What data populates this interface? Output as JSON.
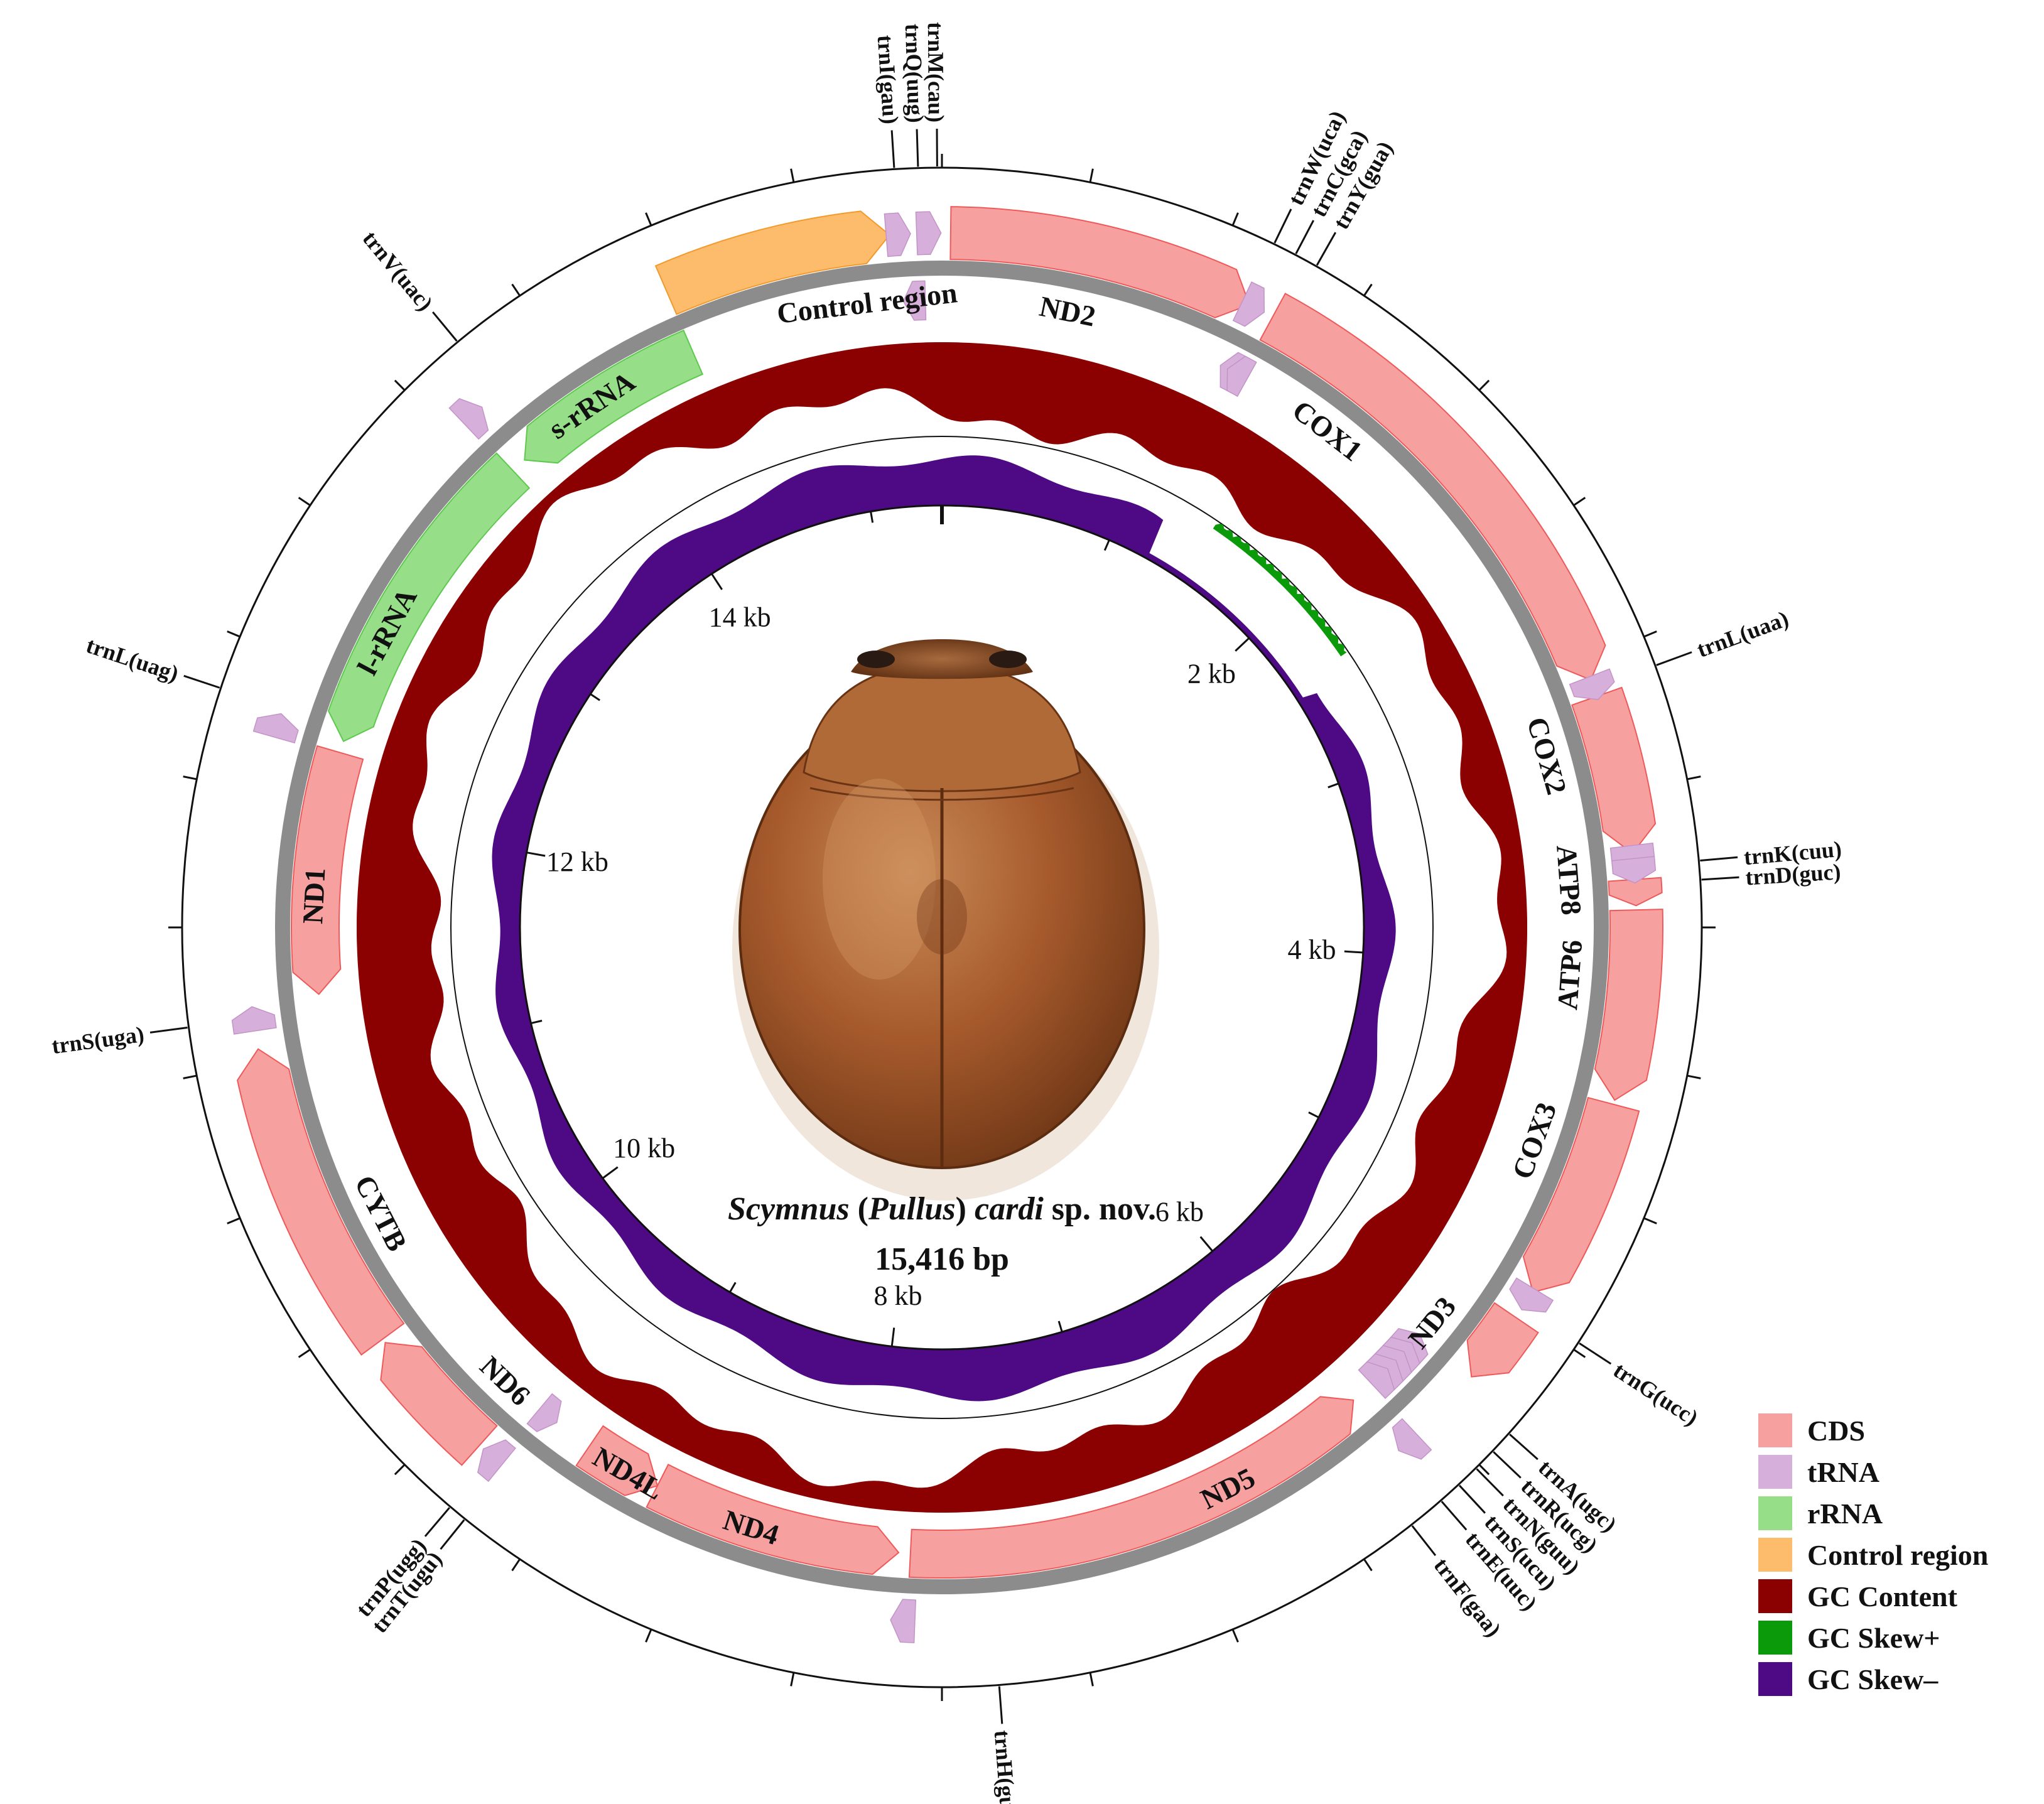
{
  "title": {
    "species_genus": "Scymnus",
    "species_open": " (",
    "species_subgenus": "Pullus",
    "species_close": ") ",
    "species_epithet": "cardi",
    "species_suffix": " sp. nov.",
    "length": "15,416 bp"
  },
  "colors": {
    "cds": "#f7a0a0",
    "cds_edge": "#ee5a5a",
    "trna": "#d6b0da",
    "rrna": "#96df88",
    "rrna_edge": "#5fc84f",
    "control": "#fcbc6c",
    "control_edge": "#f29a2e",
    "gc_content": "#8b0000",
    "gc_skew_pos": "#0a9a0a",
    "gc_skew_neg": "#4e0a85",
    "backbone": "#8c8c8c"
  },
  "kb_labels": [
    {
      "kb": 2,
      "text": "2 kb"
    },
    {
      "kb": 4,
      "text": "4 kb"
    },
    {
      "kb": 6,
      "text": "6 kb"
    },
    {
      "kb": 8,
      "text": "8 kb"
    },
    {
      "kb": 10,
      "text": "10 kb"
    },
    {
      "kb": 12,
      "text": "12 kb"
    },
    {
      "kb": 14,
      "text": "14 kb"
    }
  ],
  "features": [
    {
      "name": "ND2",
      "type": "cds",
      "strand": 1,
      "start": 0.002,
      "end": 0.073,
      "label": "ND2",
      "label_pos": 0.032
    },
    {
      "name": "COX1",
      "type": "cds",
      "strand": 1,
      "start": 0.079,
      "end": 0.192,
      "label": "COX1",
      "label_pos": 0.105
    },
    {
      "name": "COX2",
      "type": "cds",
      "strand": 1,
      "start": 0.196,
      "end": 0.233,
      "label": "COX2",
      "label_pos": 0.206
    },
    {
      "name": "ATP8",
      "type": "cds",
      "strand": 1,
      "start": 0.239,
      "end": 0.245,
      "label": "ATP8",
      "label_pos": 0.238
    },
    {
      "name": "ATP6",
      "type": "cds",
      "strand": 1,
      "start": 0.246,
      "end": 0.29,
      "label": "ATP6",
      "label_pos": 0.262
    },
    {
      "name": "COX3",
      "type": "cds",
      "strand": 1,
      "start": 0.291,
      "end": 0.338,
      "label": "COX3",
      "label_pos": 0.305
    },
    {
      "name": "ND3",
      "type": "cds",
      "strand": 1,
      "start": 0.345,
      "end": 0.362,
      "label": "ND3",
      "label_pos": 0.358
    },
    {
      "name": "ND5",
      "type": "cds",
      "strand": -1,
      "start": 0.386,
      "end": 0.508,
      "label": "ND5",
      "label_pos": 0.425
    },
    {
      "name": "ND4",
      "type": "cds",
      "strand": -1,
      "start": 0.511,
      "end": 0.575,
      "label": "ND4",
      "label_pos": 0.549
    },
    {
      "name": "ND4L",
      "type": "cds",
      "strand": -1,
      "start": 0.575,
      "end": 0.595,
      "label": "ND4L",
      "label_pos": 0.583
    },
    {
      "name": "ND6",
      "type": "cds",
      "strand": 1,
      "start": 0.616,
      "end": 0.648,
      "label": "ND6",
      "label_pos": 0.622
    },
    {
      "name": "CYTB",
      "type": "cds",
      "strand": 1,
      "start": 0.649,
      "end": 0.722,
      "label": "CYTB",
      "label_pos": 0.675
    },
    {
      "name": "ND1",
      "type": "cds",
      "strand": -1,
      "start": 0.733,
      "end": 0.795,
      "label": "ND1",
      "label_pos": 0.758
    },
    {
      "name": "l-rRNA",
      "type": "rrna",
      "strand": -1,
      "start": 0.798,
      "end": 0.88,
      "label": "l-rRNA",
      "label_pos": 0.828
    },
    {
      "name": "s-rRNA",
      "type": "rrna",
      "strand": -1,
      "start": 0.884,
      "end": 0.935,
      "label": "s-rRNA",
      "label_pos": 0.906
    },
    {
      "name": "Control region",
      "type": "control",
      "strand": 1,
      "start": 0.935,
      "end": 0.988,
      "label": "Control region",
      "label_pos": 0.981
    }
  ],
  "trnas": [
    {
      "name": "trnI(gau)",
      "strand": 1,
      "pos": 0.99,
      "callout": 0.99,
      "label": "trnI(gau)"
    },
    {
      "name": "trnQ(uug)",
      "strand": -1,
      "pos": 0.993,
      "callout": 0.995,
      "label": "trnQ(uug)"
    },
    {
      "name": "trnM(cau)",
      "strand": 1,
      "pos": 0.997,
      "callout": 0.999,
      "label": "trnM(cau)"
    },
    {
      "name": "trnW(uca)",
      "strand": 1,
      "pos": 0.074,
      "callout": 0.072,
      "label": "trnW(uca)"
    },
    {
      "name": "trnC(gca)",
      "strand": -1,
      "pos": 0.076,
      "callout": 0.077,
      "label": "trnC(gca)"
    },
    {
      "name": "trnY(gua)",
      "strand": -1,
      "pos": 0.078,
      "callout": 0.082,
      "label": "trnY(gua)"
    },
    {
      "name": "trnL(uaa)",
      "strand": 1,
      "pos": 0.194,
      "callout": 0.194,
      "label": "trnL(uaa)"
    },
    {
      "name": "trnK(cuu)",
      "strand": 1,
      "pos": 0.234,
      "callout": 0.236,
      "label": "trnK(cuu)"
    },
    {
      "name": "trnD(guc)",
      "strand": 1,
      "pos": 0.237,
      "callout": 0.24,
      "label": "trnD(guc)"
    },
    {
      "name": "trnG(ucc)",
      "strand": 1,
      "pos": 0.34,
      "callout": 0.342,
      "label": "trnG(ucc)"
    },
    {
      "name": "trnA(ugc)",
      "strand": -1,
      "pos": 0.365,
      "callout": 0.366,
      "label": "trnA(ugc)"
    },
    {
      "name": "trnR(ucg)",
      "strand": -1,
      "pos": 0.368,
      "callout": 0.371,
      "label": "trnR(ucg)"
    },
    {
      "name": "trnN(guu)",
      "strand": -1,
      "pos": 0.371,
      "callout": 0.376,
      "label": "trnN(guu)"
    },
    {
      "name": "trnS(ucu)",
      "strand": -1,
      "pos": 0.374,
      "callout": 0.381,
      "label": "trnS(ucu)"
    },
    {
      "name": "trnE(uuc)",
      "strand": -1,
      "pos": 0.377,
      "callout": 0.386,
      "label": "trnE(uuc)"
    },
    {
      "name": "trnF(gaa)",
      "strand": 1,
      "pos": 0.383,
      "callout": 0.394,
      "label": "trnF(gaa)"
    },
    {
      "name": "trnH(gug)",
      "strand": 1,
      "pos": 0.509,
      "callout": 0.488,
      "label": "trnH(gug)"
    },
    {
      "name": "trnT(ugu)",
      "strand": -1,
      "pos": 0.608,
      "callout": 0.608,
      "label": "trnT(ugu)"
    },
    {
      "name": "trnP(ugg)",
      "strand": 1,
      "pos": 0.612,
      "callout": 0.612,
      "label": "trnP(ugg)"
    },
    {
      "name": "trnS(uga)",
      "strand": 1,
      "pos": 0.729,
      "callout": 0.729,
      "label": "trnS(uga)"
    },
    {
      "name": "trnL(uag)",
      "strand": 1,
      "pos": 0.797,
      "callout": 0.801,
      "label": "trnL(uag)"
    },
    {
      "name": "trnV(uac)",
      "strand": 1,
      "pos": 0.882,
      "callout": 0.89,
      "label": "trnV(uac)"
    }
  ],
  "legend": [
    {
      "label": "CDS",
      "color": "#f7a0a0"
    },
    {
      "label": "tRNA",
      "color": "#d6b0da"
    },
    {
      "label": "rRNA",
      "color": "#96df88"
    },
    {
      "label": "Control region",
      "color": "#fcbc6c"
    },
    {
      "label": "GC Content",
      "color": "#8b0000"
    },
    {
      "label": "GC Skew+",
      "color": "#0a9a0a"
    },
    {
      "label": "GC Skew–",
      "color": "#4e0a85"
    }
  ]
}
